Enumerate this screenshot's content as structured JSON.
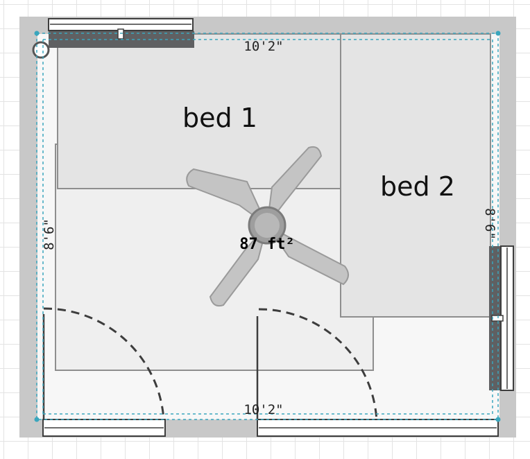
{
  "plan": {
    "area_label": "87 ft²",
    "dimensions": {
      "top": "10'2\"",
      "bottom": "10'2\"",
      "left": "8'6\"",
      "right": "8'6\""
    },
    "furniture": [
      {
        "name": "bed-1",
        "label": "bed 1"
      },
      {
        "name": "bed-2",
        "label": "bed 2"
      }
    ],
    "fixtures": {
      "ceiling_fan": "ceiling-fan-icon"
    },
    "colors": {
      "wall": "#c8c8c8",
      "floor": "#f7f7f7",
      "rug": "#efefef",
      "bed": "#e4e4e4",
      "dimension_line": "#3aa6bd",
      "window_frame": "#5f6062",
      "door_swing": "#3d3d3d"
    }
  }
}
